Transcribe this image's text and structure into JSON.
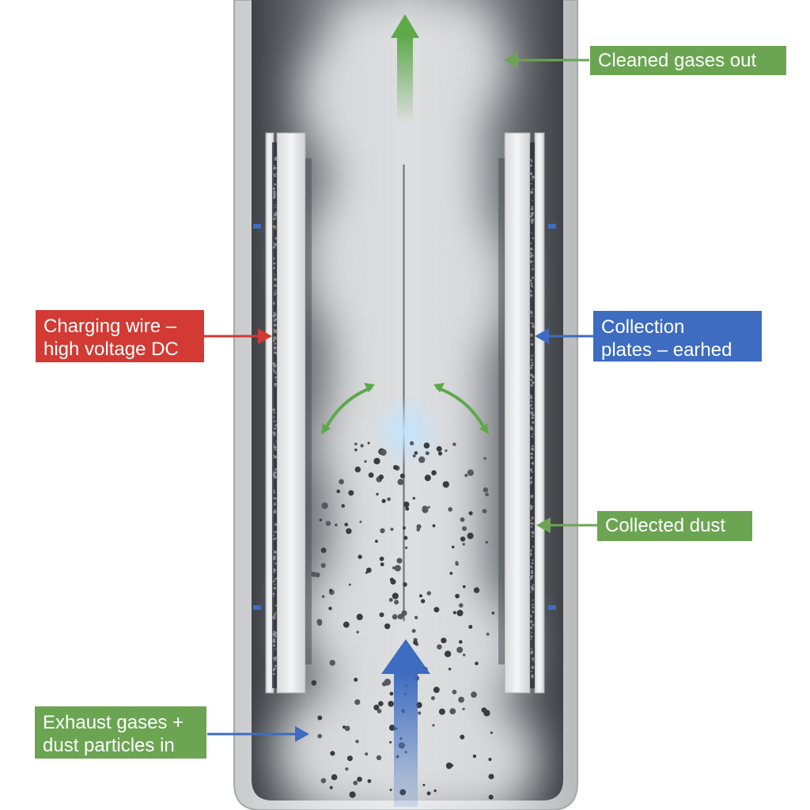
{
  "labels": {
    "cleaned_gases_out": "Cleaned gases out",
    "charging_wire": "Charging wire –\nhigh voltage DC",
    "collection_plates": "Collection\nplates – earhed",
    "collected_dust": "Collected dust",
    "exhaust_gases_in": "Exhaust gases +\ndust particles in"
  },
  "colors": {
    "green": "#6ba552",
    "red": "#d23a33",
    "blue": "#3d6cc0"
  }
}
